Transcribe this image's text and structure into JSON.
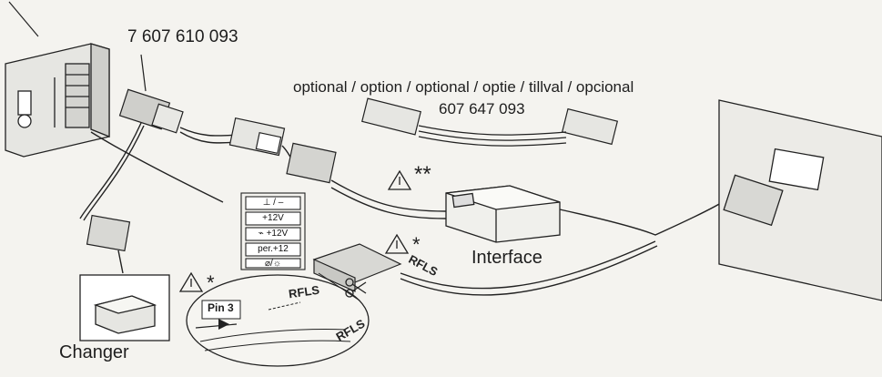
{
  "labels": {
    "part_number": "7 607 610 093",
    "optional_text": "optional / option / optional / optie / tillval / opcional",
    "optional_number": "607 647 093",
    "interface": "Interface",
    "changer": "Changer",
    "rfls_main": "RFLS",
    "rfls_cut": "RFLS",
    "rfls_lower": "RFLS",
    "pin3": "Pin 3",
    "warning_double": "**",
    "warning_single_a": "*",
    "warning_single_b": "*"
  },
  "pin_labels": [
    "⊥ / –",
    "+12V",
    "⌁ +12V",
    "per.+12",
    "⌀/☼"
  ],
  "icons": [
    "warning-triangle-icon",
    "scissors-icon"
  ],
  "colors": {
    "ink": "#222222",
    "paper": "#f4f3ef"
  }
}
